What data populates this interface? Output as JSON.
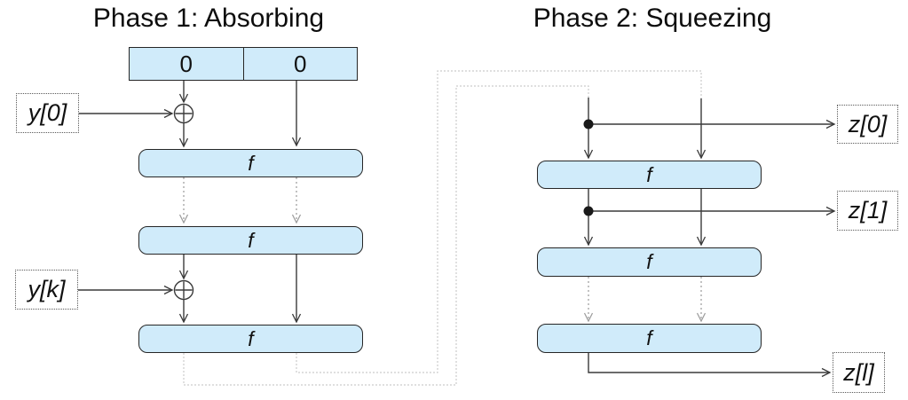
{
  "phase1": {
    "title": "Phase 1: Absorbing",
    "state_cells": [
      "0",
      "0"
    ],
    "f_boxes": [
      {
        "label": "f"
      },
      {
        "label": "f"
      },
      {
        "label": "f"
      }
    ],
    "inputs": [
      {
        "label": "y[0]"
      },
      {
        "label": "y[k]"
      }
    ]
  },
  "phase2": {
    "title": "Phase 2: Squeezing",
    "f_boxes": [
      {
        "label": "f"
      },
      {
        "label": "f"
      },
      {
        "label": "f"
      }
    ],
    "outputs": [
      {
        "label": "z[0]"
      },
      {
        "label": "z[1]"
      },
      {
        "label": "z[l]"
      }
    ]
  },
  "colors": {
    "box_fill": "#d0ebfa",
    "box_border": "#262626",
    "line_dark": "#3a3a3a",
    "line_gray": "#9a9a9a",
    "line_light": "#cccccc",
    "label_border": "#595959"
  }
}
